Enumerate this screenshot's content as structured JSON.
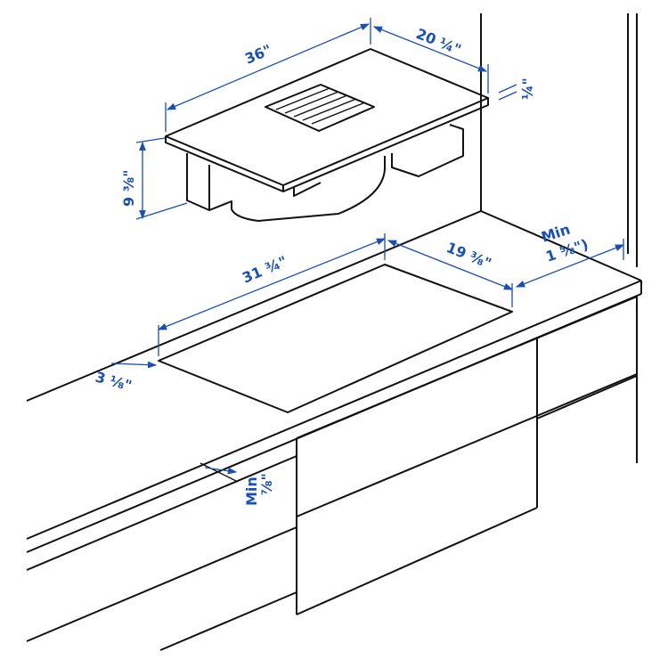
{
  "accent_color": "#1a4fb3",
  "labels": {
    "width_top": "36\"",
    "depth_top": "20 ¼\"",
    "thickness": "¼\"",
    "height": "9 ⅜\"",
    "cutout_width": "31 ¾\"",
    "cutout_depth": "19 ⅜\"",
    "min_back_1": "Min",
    "min_back_2": "1 ⅝\")",
    "front_offset": "3 ⅛\"",
    "min_front_1": "Min",
    "min_front_2": "⅞\""
  }
}
